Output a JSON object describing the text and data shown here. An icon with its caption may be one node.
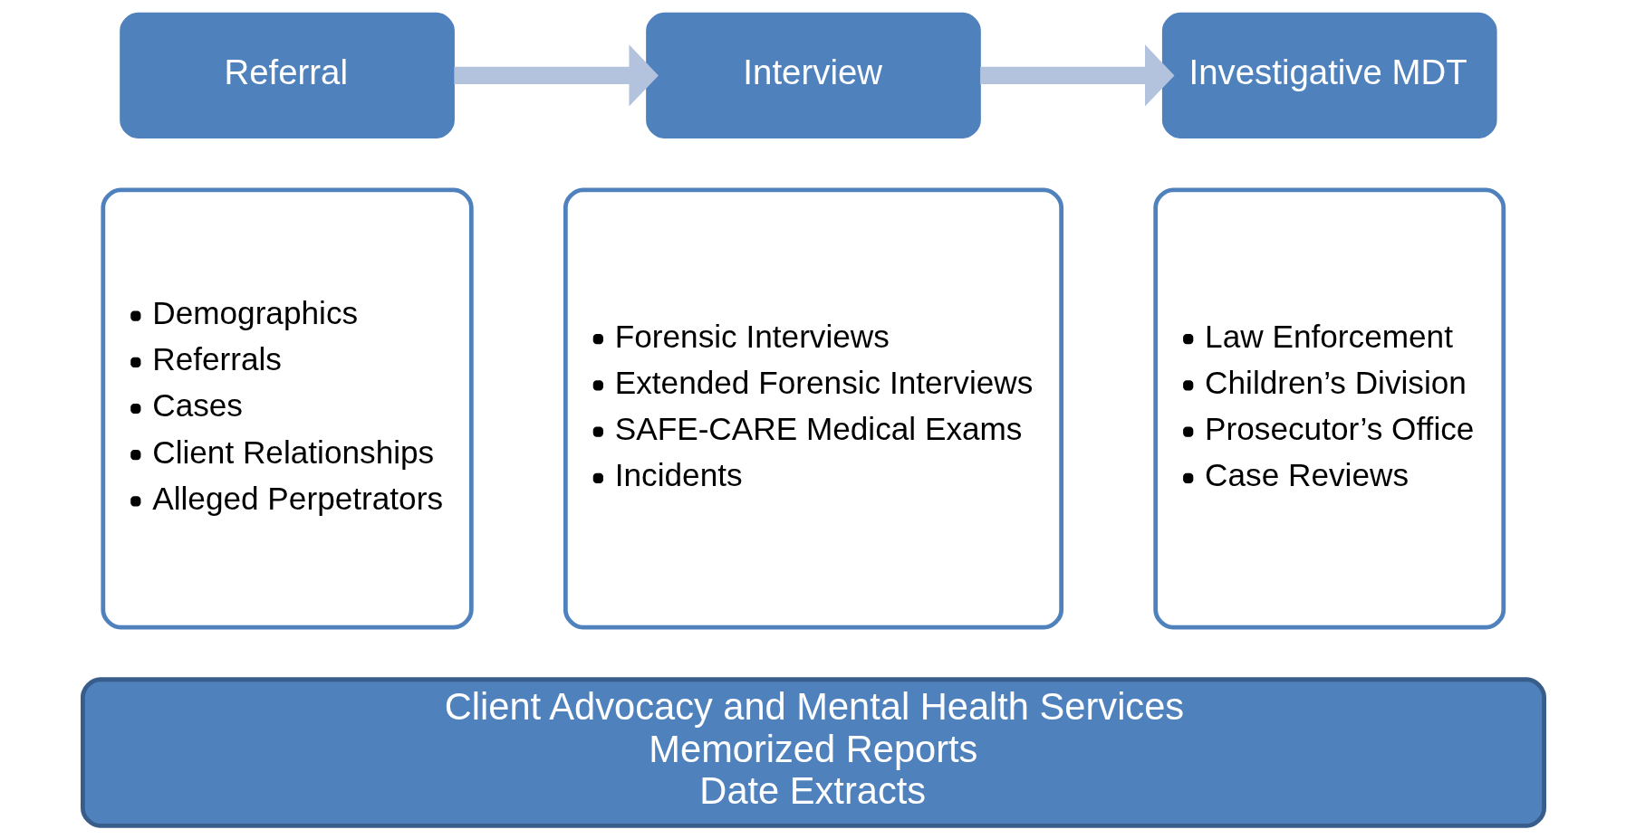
{
  "diagram": {
    "nodes": [
      {
        "text": [
          "Referral"
        ]
      },
      {
        "text": [
          "Interview"
        ]
      },
      {
        "text": [
          "Investigative MDT"
        ]
      },
      {
        "text": [
          "Demographics",
          "Referrals",
          "Cases",
          "Client Relationships",
          "Alleged Perpetrators"
        ]
      },
      {
        "text": [
          "Forensic Interviews",
          "Extended Forensic Interviews",
          "SAFE-CARE Medical Exams",
          "Incidents"
        ]
      },
      {
        "text": [
          "Law Enforcement",
          "Children’s Division",
          "Prosecutor’s Office",
          "Case Reviews"
        ]
      },
      {
        "text": [
          "Client Advocacy and Mental Health Services",
          "Memorized Reports",
          "Date Extracts"
        ]
      }
    ],
    "edges": [
      {
        "from": 0,
        "to": 1,
        "arrow": "to"
      },
      {
        "from": 1,
        "to": 2,
        "arrow": "to"
      }
    ]
  }
}
